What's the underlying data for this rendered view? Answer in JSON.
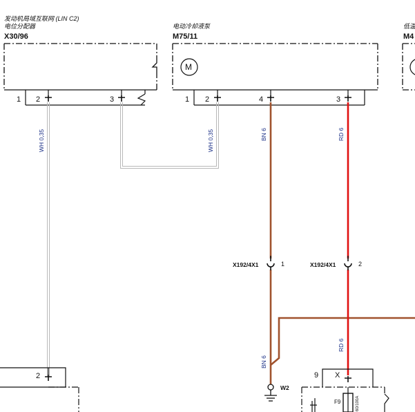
{
  "components": {
    "x30_96": {
      "title_line1": "发动机局域互联网 (LIN C2)",
      "title_line2": "电位分配器",
      "code": "X30/96",
      "pins": [
        "1",
        "2",
        "3"
      ]
    },
    "m75_11": {
      "title": "电动冷却液泵",
      "code": "M75/11",
      "symbol": "M",
      "pins": [
        "1",
        "2",
        "4",
        "3"
      ]
    },
    "m4x": {
      "title_partial": "低温",
      "code_partial": "M4"
    },
    "bottom_left": {
      "pin": "2"
    },
    "bottom_right": {
      "pin_left": "9",
      "pin_mid": "X",
      "fuse": "F9",
      "fuse_rating": "60/100A"
    }
  },
  "wires": {
    "wh_left": "WH 0,35",
    "wh_right": "WH 0,35",
    "bn_upper": "BN 6",
    "rd_upper": "RD 6",
    "bn_lower": "BN 6",
    "rd_lower": "RD 6"
  },
  "connectors": {
    "c1": {
      "code": "X192/4X1",
      "pin": "1"
    },
    "c2": {
      "code": "X192/4X1",
      "pin": "2"
    }
  },
  "ground": {
    "label": "W2"
  },
  "colors": {
    "brown": "#a0522d",
    "red": "#e01010",
    "white_wire": "#b8b8b8",
    "wire_label": "#1a2f86",
    "line": "#111111"
  }
}
